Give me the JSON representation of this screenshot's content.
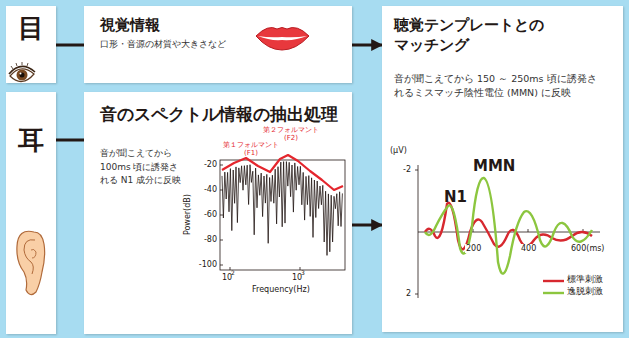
{
  "diagram": {
    "nodes": [
      {
        "text": [
          "目"
        ]
      },
      {
        "text": [
          "視覚情報",
          "口形・音源の材質や大きさなど"
        ]
      },
      {
        "text": [
          "聴覚テンプレートとのマッチング",
          "音が聞こえてから 150 ～ 250ms 頃に誘発されるミスマッチ陰性電位 (MMN) に反映"
        ]
      },
      {
        "text": [
          "耳"
        ]
      },
      {
        "text": [
          "音のスペクトル情報の抽出処理",
          "音が聞こえてから 100ms 頃に誘発される N1 成分に反映"
        ]
      }
    ],
    "edges": [
      {
        "from": 0,
        "to": 1,
        "arrow": "none"
      },
      {
        "from": 1,
        "to": 2,
        "arrow": "to"
      },
      {
        "from": 3,
        "to": 4,
        "arrow": "none"
      },
      {
        "from": 4,
        "to": 2,
        "arrow": "to"
      }
    ],
    "labels": [
      "第１フォルマント (F1)",
      "第２フォルマント (F2)",
      "-20",
      "-40",
      "-60",
      "-80",
      "-100",
      "Power(dB)",
      "10",
      "2",
      "10",
      "3",
      "Frequency(Hz)",
      "(μV)",
      "-2",
      "2",
      "MMN",
      "N1",
      "200",
      "400",
      "600(ms)"
    ],
    "legend": [
      {
        "text": "標準刺激"
      },
      {
        "text": "逸脱刺激"
      }
    ]
  }
}
